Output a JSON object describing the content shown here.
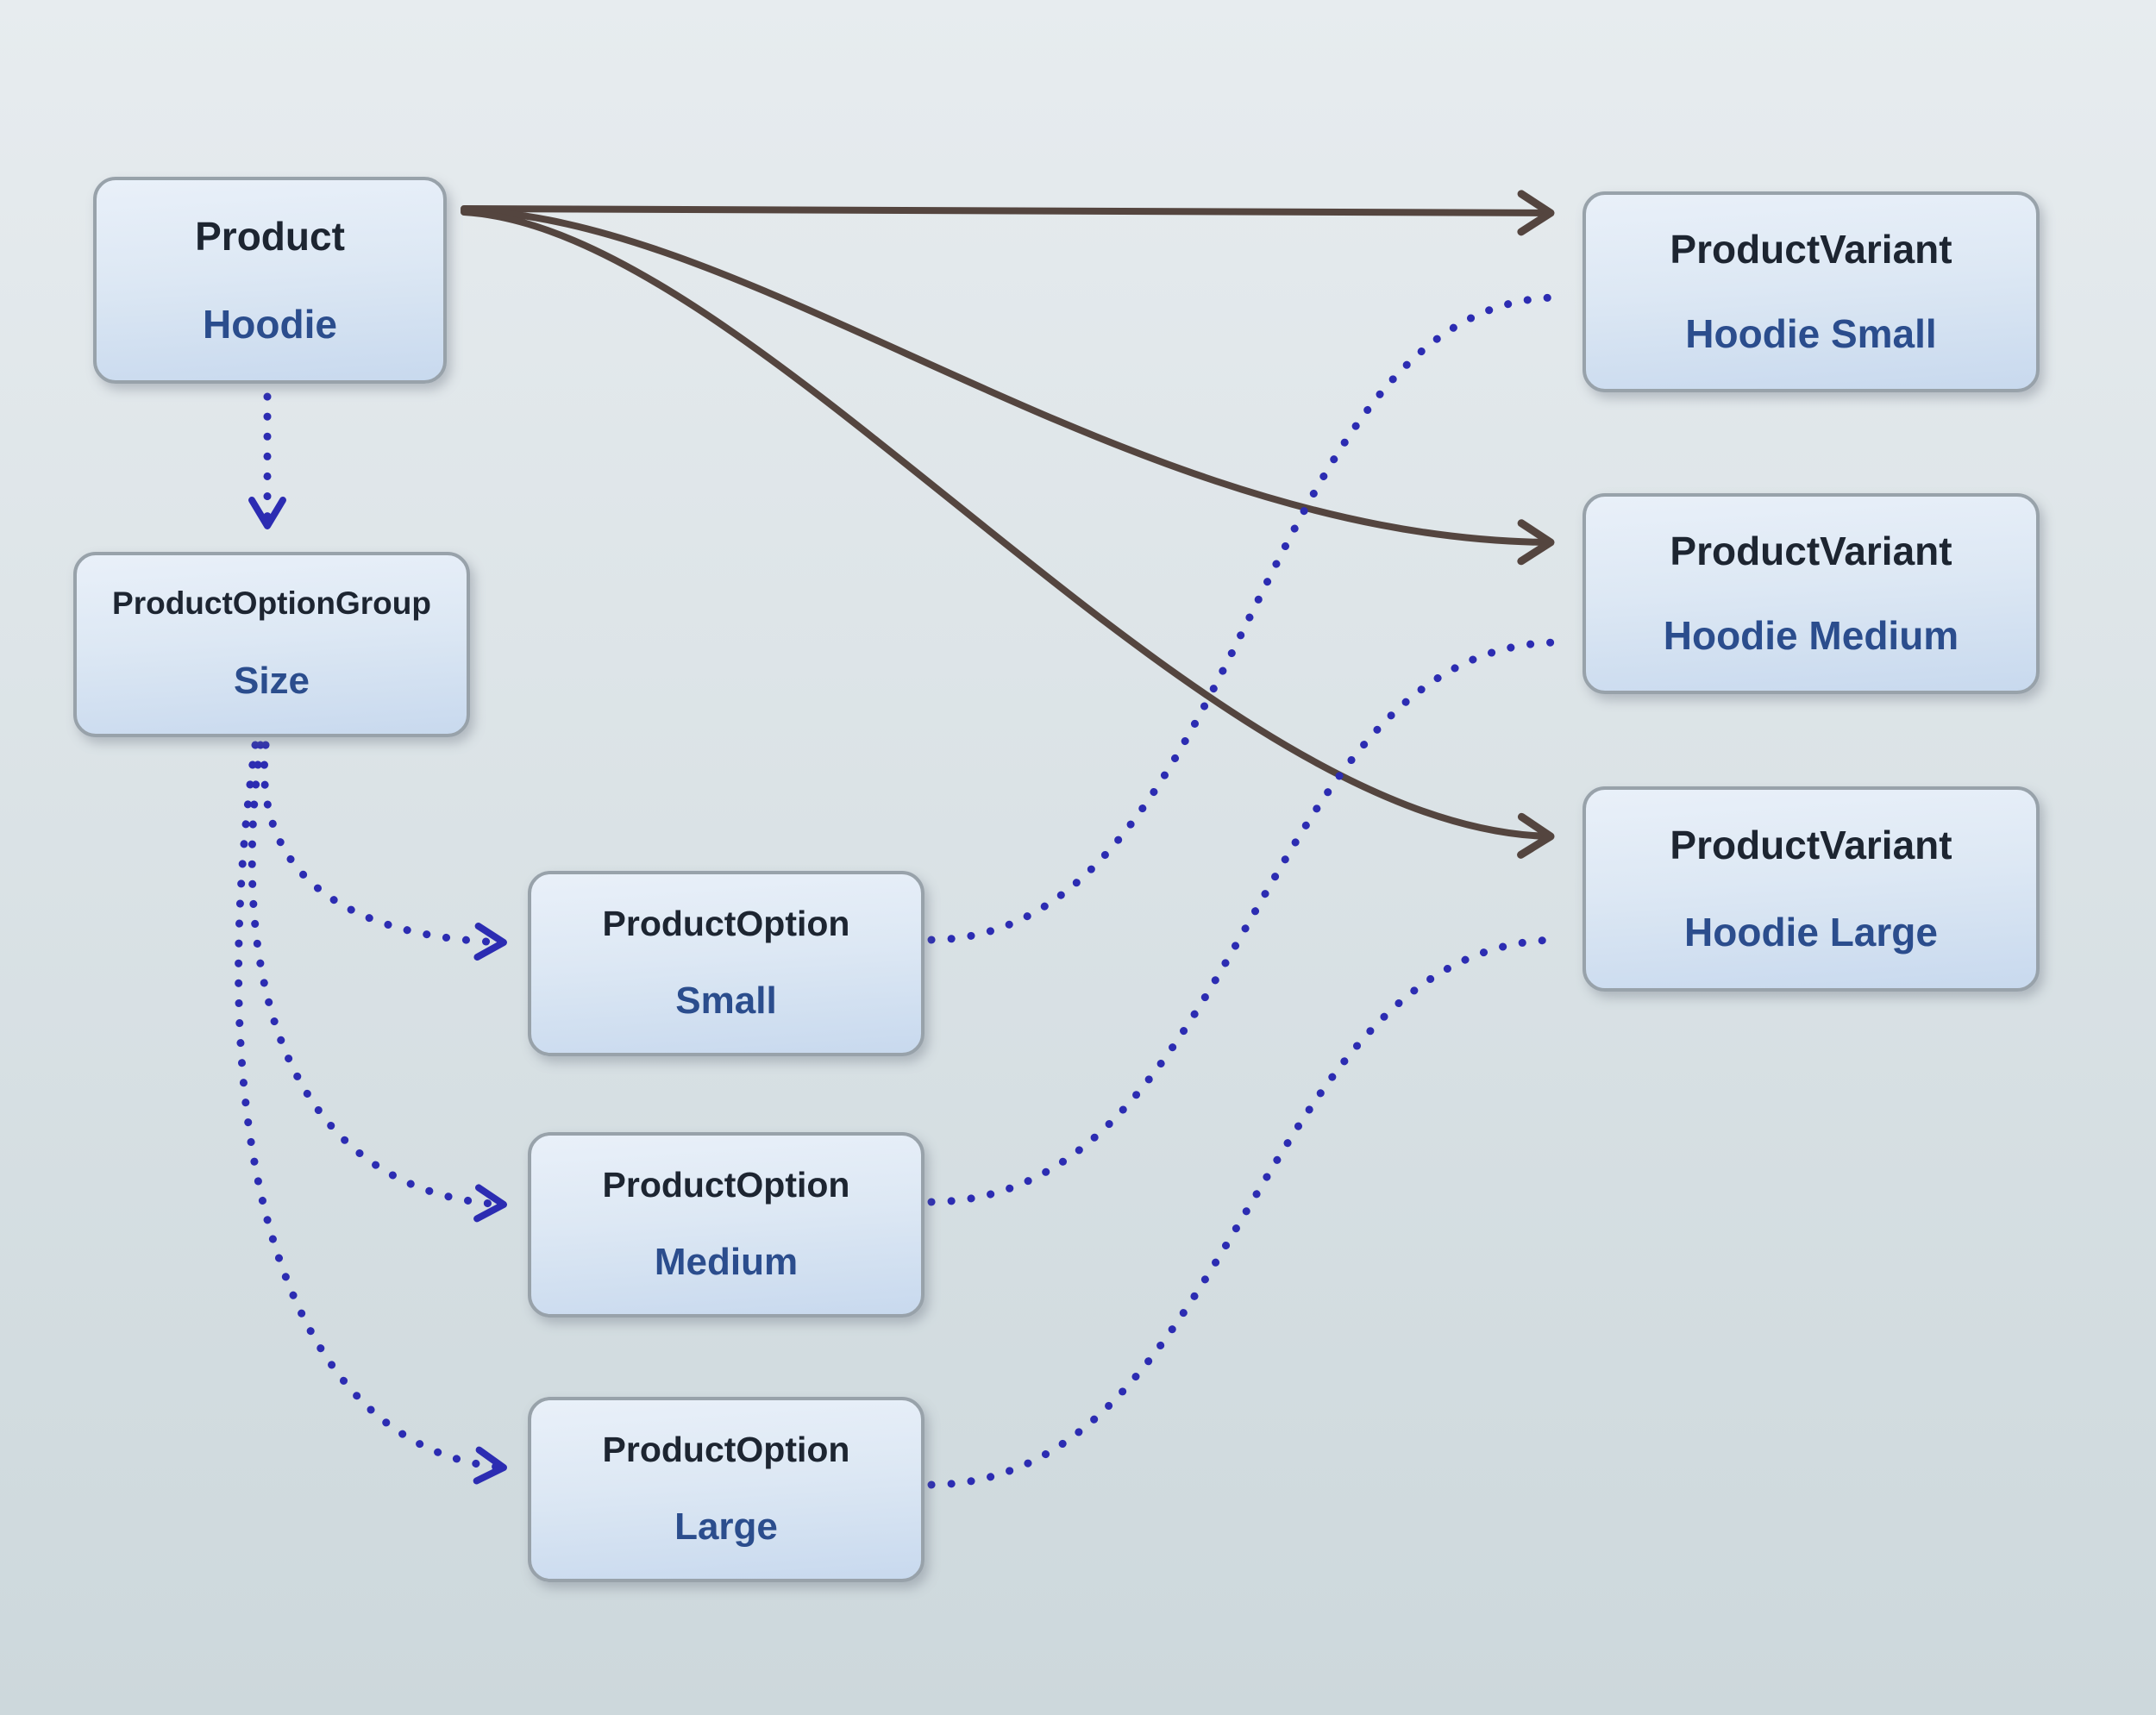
{
  "colors": {
    "bg_top": "#e7ecef",
    "bg_bottom": "#cdd8dc",
    "node_fill_top": "#e9f0f9",
    "node_fill_bottom": "#c8d9ee",
    "node_border": "#98a2aa",
    "title_color": "#1d2531",
    "subtitle_color": "#2b4d8d",
    "edge_solid": "#54453f",
    "edge_dotted": "#2c2cb2"
  },
  "nodes": [
    {
      "id": "product",
      "title": "Product",
      "subtitle": "Hoodie"
    },
    {
      "id": "product-option-group",
      "title": "ProductOptionGroup",
      "subtitle": "Size"
    },
    {
      "id": "product-option-small",
      "title": "ProductOption",
      "subtitle": "Small"
    },
    {
      "id": "product-option-medium",
      "title": "ProductOption",
      "subtitle": "Medium"
    },
    {
      "id": "product-option-large",
      "title": "ProductOption",
      "subtitle": "Large"
    },
    {
      "id": "product-variant-small",
      "title": "ProductVariant",
      "subtitle": "Hoodie Small"
    },
    {
      "id": "product-variant-medium",
      "title": "ProductVariant",
      "subtitle": "Hoodie Medium"
    },
    {
      "id": "product-variant-large",
      "title": "ProductVariant",
      "subtitle": "Hoodie Large"
    }
  ],
  "edges": [
    {
      "from": "product",
      "to": "product-variant-small",
      "style": "solid",
      "arrow": true
    },
    {
      "from": "product",
      "to": "product-variant-medium",
      "style": "solid",
      "arrow": true
    },
    {
      "from": "product",
      "to": "product-variant-large",
      "style": "solid",
      "arrow": true
    },
    {
      "from": "product",
      "to": "product-option-group",
      "style": "dotted",
      "arrow": true
    },
    {
      "from": "product-option-group",
      "to": "product-option-small",
      "style": "dotted",
      "arrow": true
    },
    {
      "from": "product-option-group",
      "to": "product-option-medium",
      "style": "dotted",
      "arrow": true
    },
    {
      "from": "product-option-group",
      "to": "product-option-large",
      "style": "dotted",
      "arrow": true
    },
    {
      "from": "product-option-small",
      "to": "product-variant-small",
      "style": "dotted",
      "arrow": false
    },
    {
      "from": "product-option-medium",
      "to": "product-variant-medium",
      "style": "dotted",
      "arrow": false
    },
    {
      "from": "product-option-large",
      "to": "product-variant-large",
      "style": "dotted",
      "arrow": false
    }
  ]
}
